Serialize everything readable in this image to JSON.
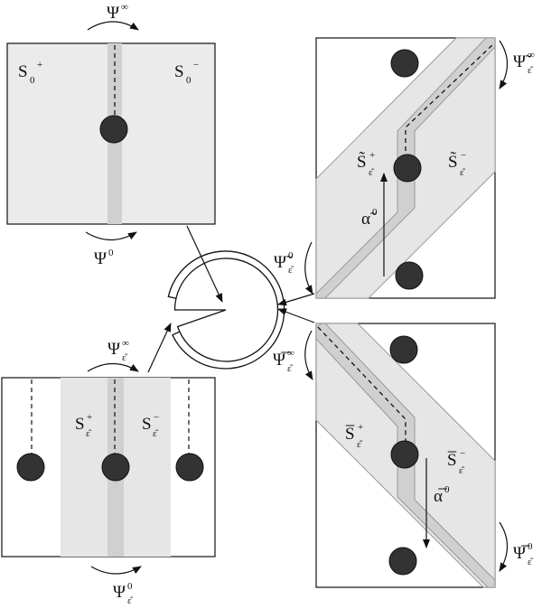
{
  "colors": {
    "panel_fill": "#ebebeb",
    "band_fill": "#e6e6e6",
    "inner_band": "#d0d0d0",
    "disk": "#333333",
    "stroke": "#111111"
  },
  "panel_top_left": {
    "arrow_top": {
      "sym": "Ψ",
      "sup": "∞"
    },
    "arrow_bottom": {
      "sym": "Ψ",
      "sup": "0"
    },
    "sector_left": {
      "sym": "S",
      "sub": "0",
      "sup": "+"
    },
    "sector_right": {
      "sym": "S",
      "sub": "0",
      "sup": "−"
    }
  },
  "panel_bottom_left": {
    "arrow_top": {
      "sym": "Ψ",
      "sup": "∞",
      "sub": "ε̂"
    },
    "arrow_bottom": {
      "sym": "Ψ",
      "sup": "0",
      "sub": "ε̂"
    },
    "sector_left": {
      "sym": "S",
      "sup": "+",
      "sub": "ε̂"
    },
    "sector_right": {
      "sym": "S",
      "sup": "−",
      "sub": "ε̂"
    }
  },
  "panel_top_right": {
    "arrow_right": {
      "sym": "Ψ̃",
      "sup": "∞",
      "sub": "ε̂"
    },
    "arrow_left": {
      "sym": "Ψ̃",
      "sup": "0",
      "sub": "ε̂"
    },
    "sector_left": {
      "sym": "S̃",
      "sup": "+",
      "sub": "ε̂"
    },
    "sector_right": {
      "sym": "S̃",
      "sup": "−",
      "sub": "ε̂"
    },
    "path_label": {
      "sym": "α̃",
      "sup": "0"
    }
  },
  "panel_bottom_right": {
    "arrow_left": {
      "sym": "Ψ̅",
      "sup": "∞",
      "sub": "ε̂"
    },
    "arrow_right": {
      "sym": "Ψ̅",
      "sup": "0",
      "sub": "ε̂"
    },
    "sector_left": {
      "sym": "S̅",
      "sup": "+",
      "sub": "ε̂"
    },
    "sector_right": {
      "sym": "S̅",
      "sup": "−",
      "sub": "ε̂"
    },
    "path_label": {
      "sym": "α̅",
      "sup": "0"
    }
  }
}
